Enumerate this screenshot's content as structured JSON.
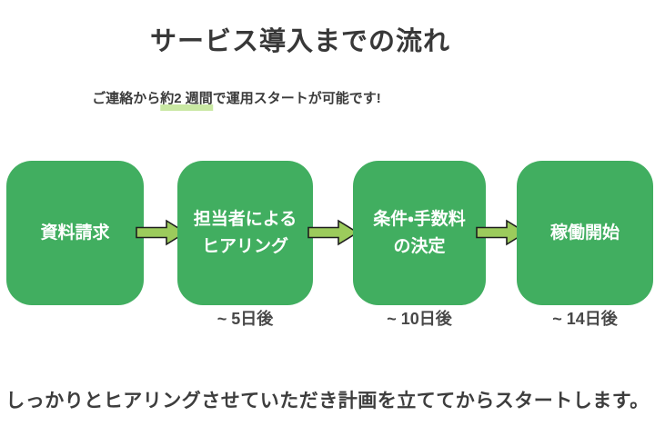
{
  "title": "サービス導入までの流れ",
  "subtitle": {
    "prefix": "ご連絡から",
    "highlight": "約2 週間",
    "suffix": "で運用スタートが可能です!"
  },
  "steps": [
    {
      "label_lines": [
        "資料請求"
      ]
    },
    {
      "label_lines": [
        "担当者による",
        "ヒアリング"
      ],
      "timing": "~ 5日後"
    },
    {
      "label_lines": [
        "条件・手数料",
        "の決定"
      ],
      "timing": "~ 10日後"
    },
    {
      "label_lines": [
        "稼働開始"
      ],
      "timing": "~ 14日後"
    }
  ],
  "footer": "しっかりとヒアリングさせていただき計画を立ててからスタートします。",
  "arrow_icon": "block-arrow-right-icon",
  "colors": {
    "box_green": "#41ae60",
    "arrow_fill": "#9ccb5c",
    "arrow_stroke": "#1e1e1e",
    "highlight_green": "#c9e8a3",
    "text_dark": "#3b3b3b",
    "box_text": "#ffffff"
  }
}
